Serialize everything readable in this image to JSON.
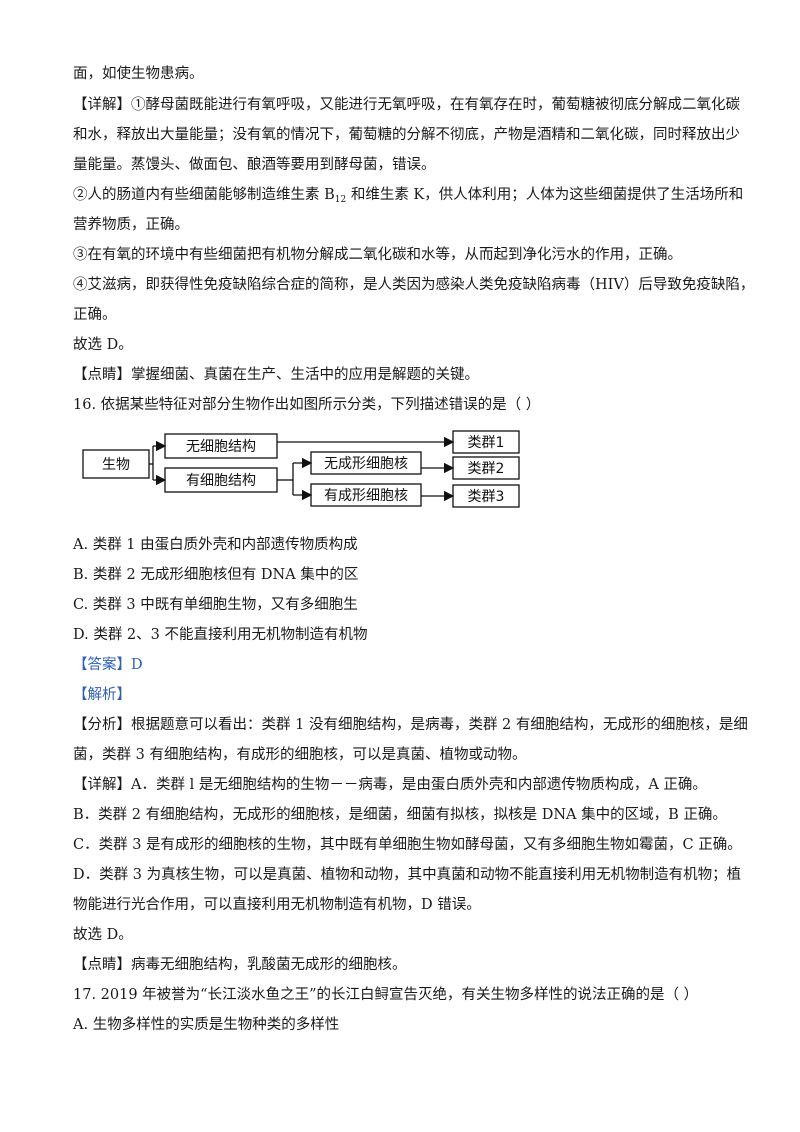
{
  "lines": {
    "l1": "面，如使生物患病。",
    "l2": "【详解】①酵母菌既能进行有氧呼吸，又能进行无氧呼吸，在有氧存在时，葡萄糖被彻底分解成二氧化碳",
    "l3": "和水，释放出大量能量；没有氧的情况下，葡萄糖的分解不彻底，产物是酒精和二氧化碳，同时释放出少",
    "l4": "量能量。蒸馒头、做面包、酿酒等要用到酵母菌，错误。",
    "l5a": "②人的肠道内有些细菌能够制造维生素 B",
    "l5sub": "12",
    "l5b": " 和维生素 K，供人体利用；人体为这些细菌提供了生活场所和",
    "l6": "营养物质，正确。",
    "l7": "③在有氧的环境中有些细菌把有机物分解成二氧化碳和水等，从而起到净化污水的作用，正确。",
    "l8": "④艾滋病，即获得性免疫缺陷综合症的简称，是人类因为感染人类免疫缺陷病毒（HIV）后导致免疫缺陷，",
    "l9": "正确。",
    "l10": "故选 D。",
    "l11": "【点睛】掌握细菌、真菌在生产、生活中的应用是解题的关键。",
    "q16": "16. 依据某些特征对部分生物作出如图所示分类，下列描述错误的是（    ）",
    "optA": "A. 类群 1 由蛋白质外壳和内部遗传物质构成",
    "optB": "B. 类群 2 无成形细胞核但有 DNA 集中的区",
    "optC": "C. 类群 3 中既有单细胞生物，又有多细胞生",
    "optD": "D. 类群 2、3 不能直接利用无机物制造有机物",
    "answer": "【答案】D",
    "analysis_label": "【解析】",
    "a1": "【分析】根据题意可以看出：类群 1 没有细胞结构，是病毒，类群 2 有细胞结构，无成形的细胞核，是细",
    "a2": "菌，类群 3 有细胞结构，有成形的细胞核，可以是真菌、植物或动物。",
    "a3": "【详解】A．类群 l 是无细胞结构的生物－－病毒，是由蛋白质外壳和内部遗传物质构成，A 正确。",
    "a4": "B．类群 2 有细胞结构，无成形的细胞核，是细菌，细菌有拟核，拟核是 DNA 集中的区域，B 正确。",
    "a5": "C．类群 3 是有成形的细胞核的生物，其中既有单细胞生物如酵母菌，又有多细胞生物如霉菌，C 正确。",
    "a6": "D．类群 3 为真核生物，可以是真菌、植物和动物，其中真菌和动物不能直接利用无机物制造有机物；植",
    "a7": "物能进行光合作用，可以直接利用无机物制造有机物，D 错误。",
    "a8": "故选 D。",
    "a9": "【点睛】病毒无细胞结构，乳酸菌无成形的细胞核。",
    "q17": "17. 2019 年被誉为“长江淡水鱼之王”的长江白鲟宣告灭绝，有关生物多样性的说法正确的是（    ）",
    "q17a": "A. 生物多样性的实质是生物种类的多样性"
  },
  "diagram": {
    "organism": "生物",
    "no_cell": "无细胞结构",
    "has_cell": "有细胞结构",
    "no_nucleus": "无成形细胞核",
    "has_nucleus": "有成形细胞核",
    "group1": "类群1",
    "group2": "类群2",
    "group3": "类群3"
  },
  "colors": {
    "accent_blue": "#2f5fb8"
  }
}
